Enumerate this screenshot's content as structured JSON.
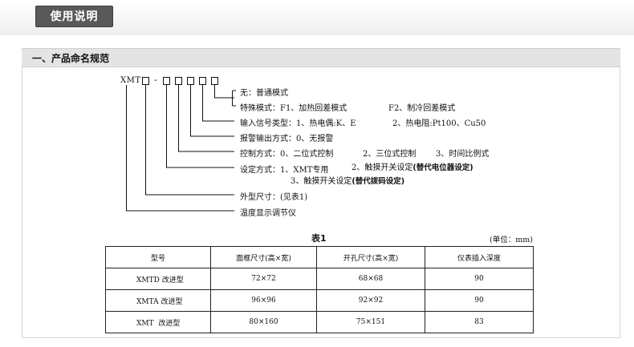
{
  "header": {
    "tab_label": "使用说明"
  },
  "section": {
    "title": "一、产品命名规范"
  },
  "model": {
    "prefix": "XMT",
    "dash": "-"
  },
  "descriptions": {
    "l1": "无：普通模式",
    "l2a": "特殊模式：F1、加热回差模式",
    "l2b": "F2、制冷回差模式",
    "l3a": "输入信号类型：1、热电偶:K、E",
    "l3b": "2、热电阻:Pt100、Cu50",
    "l4": "报警输出方式：0、无报警",
    "l5a": "控制方式：0、二位式控制",
    "l5b": "2、三位式控制",
    "l5c": "3、时间比例式",
    "l6a": "设定方式：1、XMT专用",
    "l6b": "2、触摸开关设定",
    "l6c": "(替代电位器设定)",
    "l7a": "3、触摸开关设定",
    "l7b": "(替代拨码设定)",
    "l8": "外型尺寸：(见表1)",
    "l9": "温度显示调节仪"
  },
  "table": {
    "title": "表1",
    "unit": "(单位：mm)",
    "headers": [
      "型号",
      "面框尺寸(高×宽)",
      "开孔尺寸(高×宽)",
      "仪表插入深度"
    ],
    "rows": [
      [
        "XMTD 改进型",
        "72×72",
        "68×68",
        "90"
      ],
      [
        "XMTA 改进型",
        "96×96",
        "92×92",
        "90"
      ],
      [
        "XMT  改进型",
        "80×160",
        "75×151",
        "83"
      ]
    ]
  }
}
